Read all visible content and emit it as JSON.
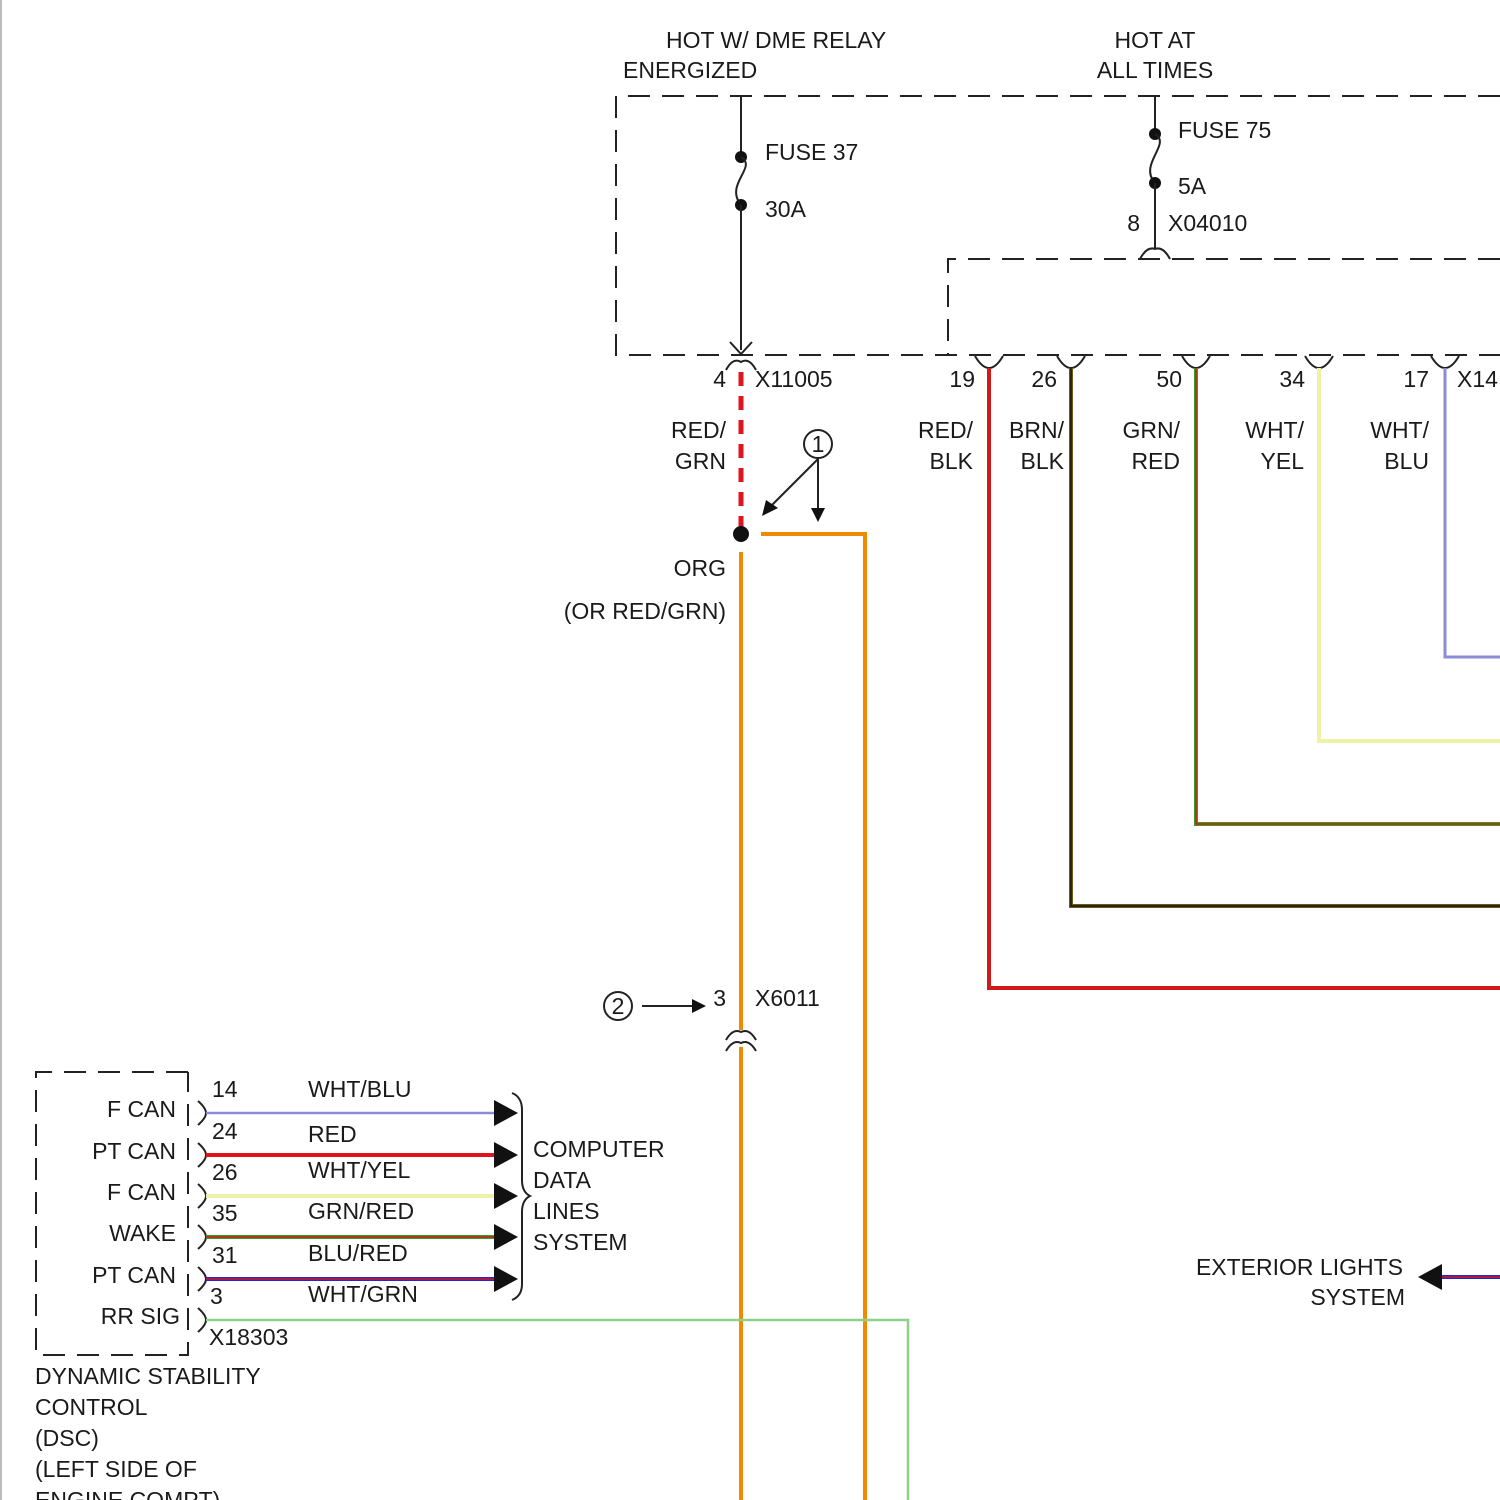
{
  "colors": {
    "red": "#e0141e",
    "dark_red": "#d01a1a",
    "orange": "#f08a00",
    "brown": "#6f5a14",
    "green": "#3a9a24",
    "white_yellow": "#eef2a8",
    "white_blue": "#8b8bd8",
    "blue": "#2a23c8",
    "light_green": "#8ed08a",
    "black": "#111111"
  },
  "power": {
    "dme_relay": {
      "line1": "HOT W/ DME RELAY",
      "line2": "ENERGIZED"
    },
    "hot_at_all_times": {
      "line1": "HOT AT",
      "line2": "ALL TIMES"
    }
  },
  "fuses": {
    "fuse37": {
      "label": "FUSE 37",
      "rating": "30A"
    },
    "fuse75": {
      "label": "FUSE 75",
      "rating": "5A",
      "pin": "8",
      "connector": "X04010"
    }
  },
  "connector_x11005": {
    "name": "X11005",
    "cut_name": "X14",
    "pins": [
      "4",
      "19",
      "26",
      "50",
      "34",
      "17"
    ]
  },
  "wires": {
    "red_grn": {
      "line1": "RED/",
      "line2": "GRN"
    },
    "red_blk": {
      "line1": "RED/",
      "line2": "BLK"
    },
    "brn_blk": {
      "line1": "BRN/",
      "line2": "BLK"
    },
    "grn_red": {
      "line1": "GRN/",
      "line2": "RED"
    },
    "wht_yel": {
      "line1": "WHT/",
      "line2": "YEL"
    },
    "wht_blu": {
      "line1": "WHT/",
      "line2": "BLU"
    }
  },
  "splice": {
    "color": "ORG",
    "alt": "(OR RED/GRN)"
  },
  "callouts": [
    "1",
    "2"
  ],
  "connector_x6011": {
    "pin": "3",
    "name": "X6011"
  },
  "dsc_module": {
    "connector": "X18303",
    "title_lines": [
      "DYNAMIC STABILITY",
      "CONTROL",
      "(DSC)",
      "(LEFT SIDE OF",
      "ENGINE COMPT)"
    ],
    "signals": [
      {
        "label": "F CAN",
        "pin": "14",
        "wire": "WHT/BLU"
      },
      {
        "label": "PT CAN",
        "pin": "24",
        "wire": "RED"
      },
      {
        "label": "F CAN",
        "pin": "26",
        "wire": "WHT/YEL"
      },
      {
        "label": "WAKE",
        "pin": "35",
        "wire": "GRN/RED"
      },
      {
        "label": "PT CAN",
        "pin": "31",
        "wire": "BLU/RED"
      },
      {
        "label": "RR SIG",
        "pin": "3",
        "wire": "WHT/GRN"
      }
    ]
  },
  "computer_data_lines": [
    "COMPUTER",
    "DATA",
    "LINES",
    "SYSTEM"
  ],
  "exterior_lights": [
    "EXTERIOR LIGHTS",
    "SYSTEM"
  ]
}
